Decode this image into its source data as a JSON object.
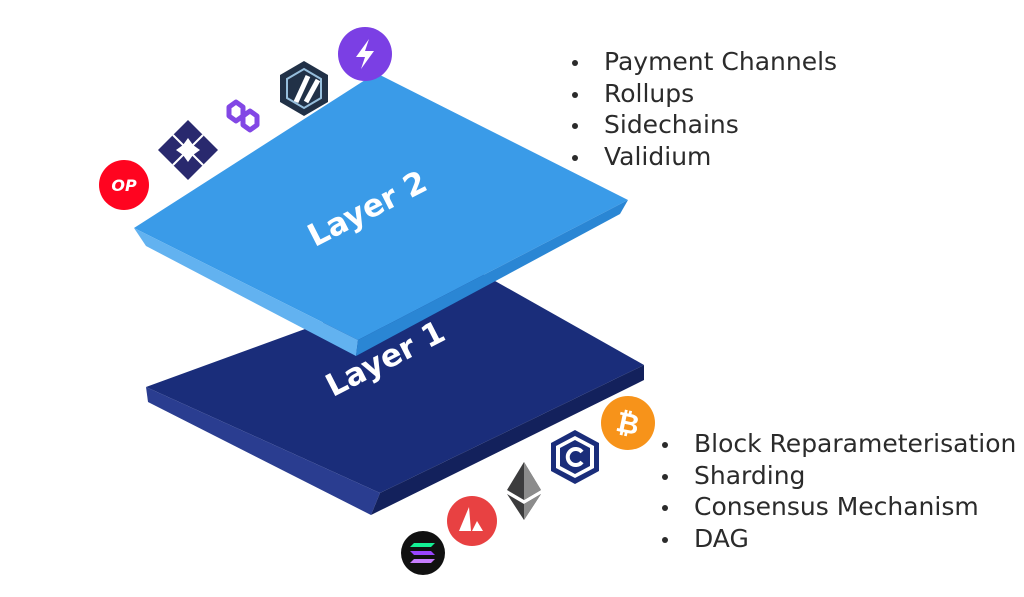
{
  "layer2": {
    "label": "Layer 2",
    "color": "#3a9be8",
    "bullets": [
      "Payment Channels",
      "Rollups",
      "Sidechains",
      "Validium"
    ]
  },
  "layer1": {
    "label": "Layer 1",
    "color": "#1a2d7a",
    "bullets": [
      "Block Reparameterisation",
      "Sharding",
      "Consensus Mechanism",
      "DAG"
    ]
  },
  "logos": {
    "layer2": [
      {
        "icon": "optimism-icon",
        "text": "OP",
        "color": "#ff0420"
      },
      {
        "icon": "starknet-icon",
        "color": "#29296e"
      },
      {
        "icon": "polygon-icon",
        "color": "#8247e5"
      },
      {
        "icon": "arbitrum-icon",
        "color": "#213147"
      },
      {
        "icon": "lightning-icon",
        "color": "#7b3fe4"
      }
    ],
    "layer1": [
      {
        "icon": "solana-icon",
        "color": "#111111"
      },
      {
        "icon": "avalanche-icon",
        "color": "#e84142"
      },
      {
        "icon": "ethereum-icon",
        "color": "#3c3c3d"
      },
      {
        "icon": "cronos-icon",
        "color": "#1a2d7a"
      },
      {
        "icon": "bitcoin-icon",
        "color": "#f7931a"
      }
    ]
  }
}
